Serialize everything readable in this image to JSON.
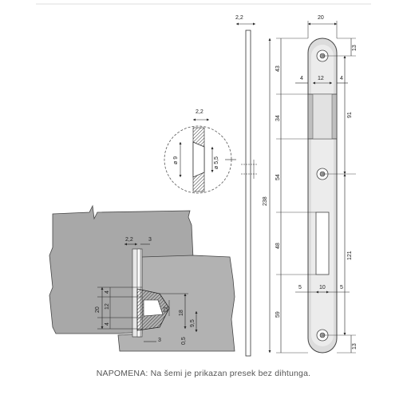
{
  "diagram": {
    "note": "NAPOMENA: Na šemi je prikazan presek bez dihtunga.",
    "strike_plate": {
      "width": "20",
      "top_hole_offset": "13",
      "bottom_hole_offset": "13",
      "seg_top": "43",
      "seg_recess": "34",
      "seg_mid": "54",
      "seg_slot": "48",
      "seg_bottom": "59",
      "total_length": "238",
      "upper_span": "91",
      "lower_span": "121",
      "recess_left": "4",
      "recess_width": "12",
      "recess_right": "4",
      "slot_left": "5",
      "slot_width": "10",
      "slot_right": "5"
    },
    "side_profile": {
      "thickness": "2,2"
    },
    "hole_detail": {
      "thickness": "2,2",
      "outer_diameter": "ø 9",
      "inner_diameter": "ø 5,5"
    },
    "section": {
      "gap": "2,2",
      "plate": "3",
      "h1": "4",
      "h2": "12",
      "h3": "4",
      "h_total": "20",
      "inner_12": "12",
      "depth_18": "18",
      "depth_9_5": "9,5",
      "bottom_3": "3",
      "bottom_0_5": "0,5"
    }
  }
}
